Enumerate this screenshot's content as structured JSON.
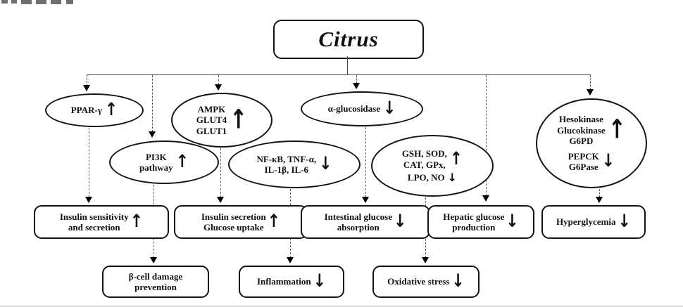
{
  "root": {
    "label": "Citrus"
  },
  "colors": {
    "background": "#ffffff",
    "node_border": "#141414",
    "connector": "#4a4a4a",
    "text": "#111111"
  },
  "arrows": {
    "up": "↑",
    "down": "↓"
  },
  "ellipses": {
    "ppar": {
      "line1": "PPAR-γ",
      "arrow": "↑"
    },
    "ampk": {
      "line1": "AMPK",
      "line2": "GLUT4",
      "line3": "GLUT1",
      "arrow": "↑"
    },
    "glucosidase": {
      "line1": "α-glucosidase",
      "arrow": "↓"
    },
    "hexokinase": {
      "line1": "Hesokinase",
      "line2": "Glucokinase",
      "line3": "G6PD",
      "arrow1": "↑",
      "line4": "PEPCK",
      "line5": "G6Pase",
      "arrow2": "↓"
    },
    "pi3k": {
      "line1": "PI3K",
      "line2": "pathway",
      "arrow": "↑"
    },
    "nfkb": {
      "line1": "NF-κB, TNF-α,",
      "line2": "IL-1β, IL-6",
      "arrow": "↓"
    },
    "gsh": {
      "line1": "GSH, SOD,",
      "line2": "CAT, GPx,",
      "arrow1": "↑",
      "line3": "LPO, NO",
      "arrow2": "↓"
    }
  },
  "boxes": {
    "insulin_sensitivity": {
      "line1": "Insulin sensitivity",
      "line2": "and secretion",
      "arrow": "↑"
    },
    "insulin_secretion": {
      "line1": "Insulin secretion",
      "line2": "Glucose uptake",
      "arrow": "↑"
    },
    "intestinal": {
      "line1": "Intestinal glucose",
      "line2": "absorption",
      "arrow": "↓"
    },
    "hepatic": {
      "line1": "Hepatic glucose",
      "line2": "production",
      "arrow": "↓"
    },
    "hyperglycemia": {
      "line1": "Hyperglycemia",
      "arrow": "↓"
    },
    "bcell": {
      "line1": "β-cell damage",
      "line2": "prevention"
    },
    "inflammation": {
      "line1": "Inflammation",
      "arrow": "↓"
    },
    "oxidative": {
      "line1": "Oxidative stress",
      "arrow": "↓"
    }
  }
}
